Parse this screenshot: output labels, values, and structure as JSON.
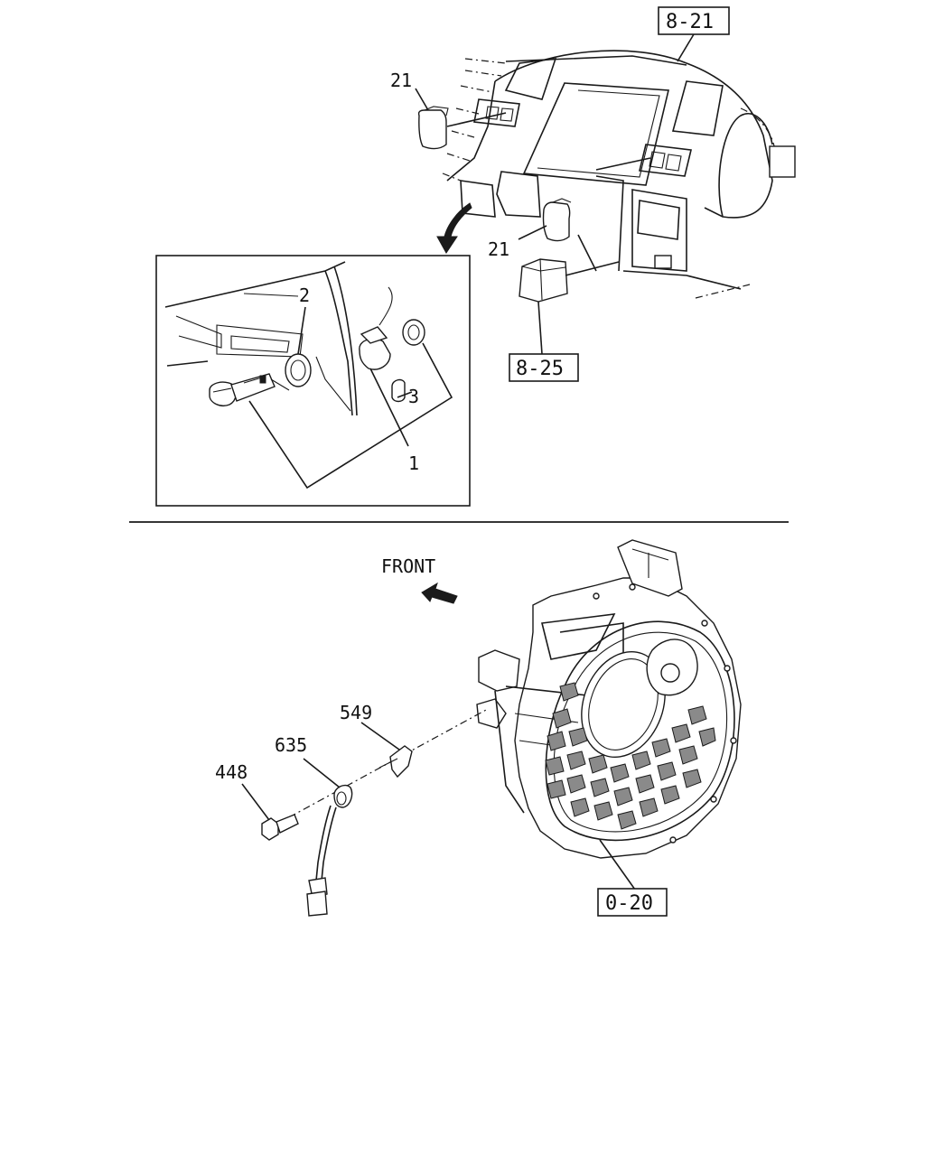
{
  "top": {
    "dashboard_ref": "8-21",
    "cover_ref": "8-25",
    "switch_label_upper": "21",
    "switch_label_lower": "21",
    "detail": {
      "label_2": "2",
      "label_3": "3",
      "label_1": "1"
    }
  },
  "bottom": {
    "front_label": "FRONT",
    "label_549": "549",
    "label_635": "635",
    "label_448": "448",
    "housing_ref": "0-20"
  }
}
